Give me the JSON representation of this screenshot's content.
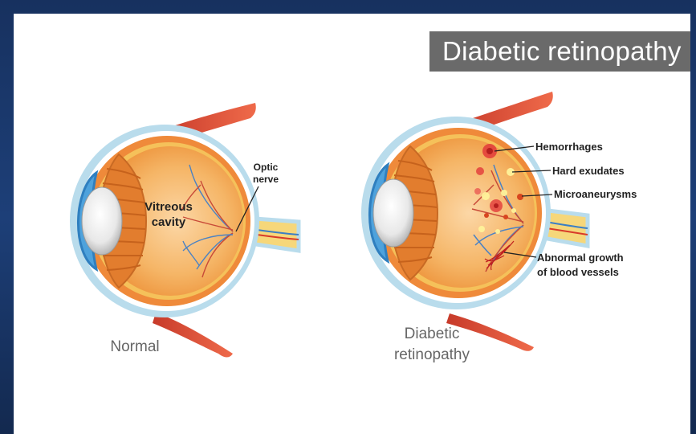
{
  "title": "Diabetic  retinopathy",
  "normal_eye": {
    "caption": "Normal",
    "vitreous_label": [
      "Vitreous",
      "cavity"
    ],
    "optic_label": [
      "Optic",
      "nerve"
    ]
  },
  "dr_eye": {
    "caption": [
      "Diabetic",
      "retinopathy"
    ],
    "labels": {
      "hemorrhages": "Hemorrhages",
      "hard_exudates": "Hard exudates",
      "microaneurysms": "Microaneurysms",
      "abnormal_growth": [
        "Abnormal growth",
        "of blood vessels"
      ]
    }
  },
  "colors": {
    "frame": "#1a3566",
    "banner": "#6a6a6a",
    "eye_orange": "#f0a044",
    "sclera_blue": "#b9dcec",
    "retina_red": "#d84a2a",
    "muscle": "#e2533a"
  }
}
